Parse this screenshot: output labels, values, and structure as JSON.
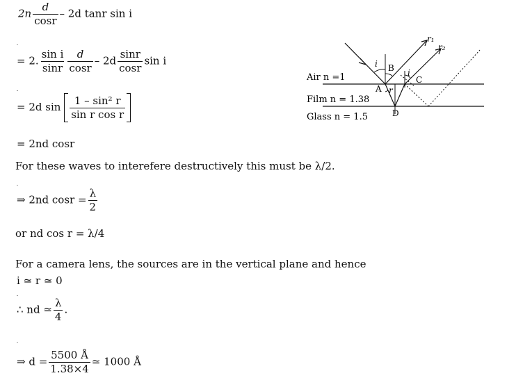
{
  "eq1": {
    "coef": "2n",
    "num": "d",
    "den": "cosr",
    "rest": "– 2d tanr sin i"
  },
  "eq2": {
    "lead": "= 2.",
    "f1n": "sin i",
    "f1d": "sinr",
    "f2n": "d",
    "f2d": "cosr",
    "mid": "– 2d",
    "f3n": "sinr",
    "f3d": "cosr",
    "tail": "sin i"
  },
  "eq3": {
    "lead": "= 2d sin",
    "num": "1 – sin² r",
    "den": "sin r cos r"
  },
  "eq4": "= 2nd cosr",
  "line5": "For these waves to interefere destructively this must be λ/2.",
  "eq6": {
    "lead": "⇒ 2nd cosr =",
    "num": "λ",
    "den": "2"
  },
  "line7": "or nd cos r = λ/4",
  "line8": "For a camera lens, the sources are in the vertical plane and hence",
  "eq9": "i ≃ r ≃ 0",
  "eq10": {
    "lead": "∴ nd ≃",
    "num": "λ",
    "den": "4",
    "tail": "."
  },
  "eq11": {
    "lead": "⇒ d =",
    "num": "5500 Å",
    "den": "1.38×4",
    "tail": "≃ 1000 Å"
  },
  "diagram": {
    "air": "Air n =1",
    "film": "Film n = 1.38",
    "glass": "Glass n = 1.5",
    "pt_a": "A",
    "pt_b": "B",
    "pt_c": "C",
    "pt_d": "D",
    "ang_i1": "i",
    "ang_i2": "i",
    "ang_r": "r",
    "ray1": "r₁",
    "ray2": "r₂"
  }
}
